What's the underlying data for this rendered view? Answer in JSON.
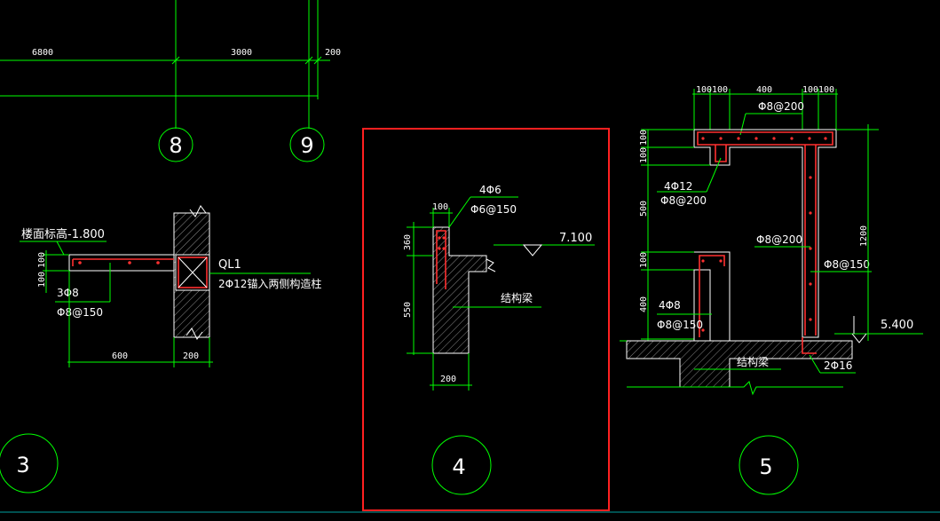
{
  "colors": {
    "background": "#000000",
    "dimension_line": "#00ff00",
    "outline": "#ffffff",
    "rebar": "#ff3030",
    "selection": "#ff2020",
    "baseline": "#00a0a0"
  },
  "top": {
    "dims": [
      "6800",
      "3000",
      "200"
    ],
    "axis_labels": [
      "8",
      "9"
    ]
  },
  "detail3": {
    "elevation_label": "楼面标高-1.800",
    "dims": [
      "100",
      "100",
      "600",
      "200"
    ],
    "rebar_main": "3Φ8",
    "rebar_stirrup": "Φ8@150",
    "beam_name": "QL1",
    "beam_note": "2Φ12锚入两侧构造柱",
    "number": "3"
  },
  "detail4": {
    "rebar_main": "4Φ6",
    "rebar_stirrup": "Φ6@150",
    "dims": [
      "100",
      "360",
      "550",
      "200"
    ],
    "elevation": "7.100",
    "beam_note": "结构梁",
    "number": "4"
  },
  "detail5": {
    "top_dims": [
      "100",
      "100",
      "400",
      "100",
      "100"
    ],
    "rebar_top": "Φ8@200",
    "rebar_a_main": "4Φ12",
    "rebar_a_stirrup": "Φ8@200",
    "left_dims": [
      "100",
      "100",
      "500",
      "100",
      "400"
    ],
    "wall_rebar": "Φ8@200",
    "wall_rebar2": "Φ8@150",
    "height": "1200",
    "rebar_b_main": "4Φ8",
    "rebar_b_stirrup": "Φ8@150",
    "elevation": "5.400",
    "beam_note": "结构梁",
    "bottom_rebar": "2Φ16",
    "number": "5"
  }
}
